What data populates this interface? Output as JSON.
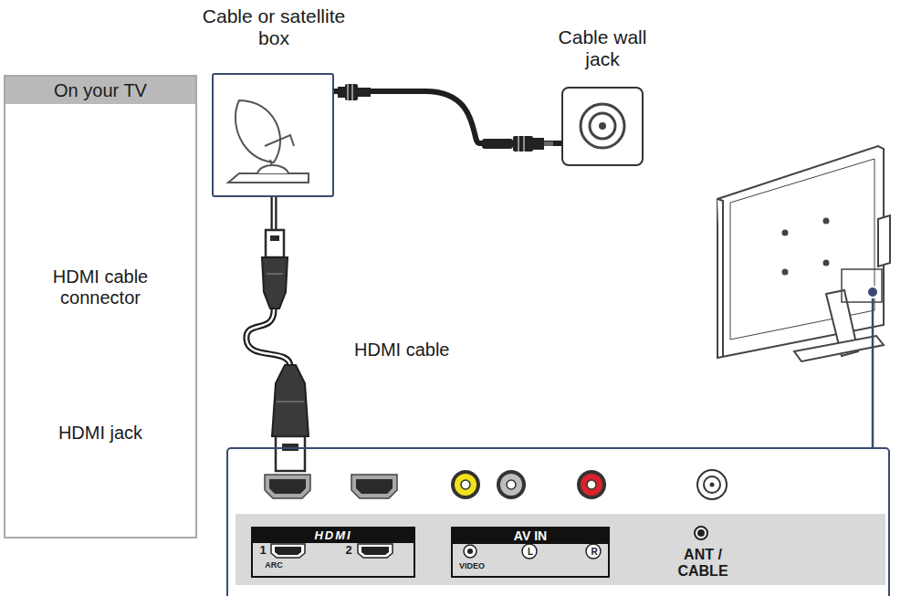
{
  "diagram": {
    "nodes": [
      {
        "text": [
          "On your TV"
        ]
      },
      {
        "text": [
          "Cable or satellite box"
        ]
      },
      {
        "text": [
          "Cable wall jack"
        ]
      },
      {
        "text": [
          "ANT / CABLE"
        ]
      },
      {
        "text": [
          "HDMI",
          "1",
          "ARC",
          "2"
        ],
        "in": 3
      },
      {
        "text": [
          "AV IN",
          "VIDEO",
          "L",
          "R"
        ],
        "in": 3
      }
    ],
    "edges": [
      {
        "from": 1,
        "to": 2,
        "arrow": "none"
      },
      {
        "from": 1,
        "to": 3,
        "label": "HDMI cable",
        "arrow": "none"
      }
    ],
    "labels": [
      "HDMI cable connector",
      "HDMI jack"
    ]
  }
}
